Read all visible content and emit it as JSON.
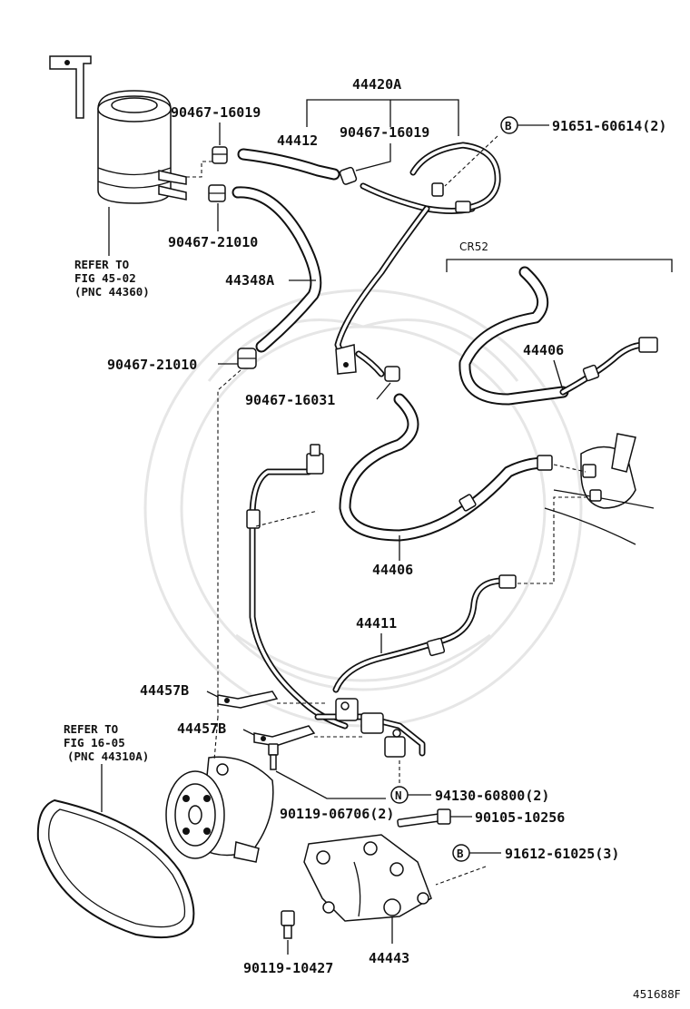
{
  "diagram": {
    "figure_code": "451688F",
    "section_note": "CR52",
    "refer_notes": {
      "reservoir": {
        "line1": "REFER TO",
        "line2": "FIG 45-02",
        "line3": "(PNC 44360)"
      },
      "belt": {
        "line1": "REFER TO",
        "line2": "FIG 16-05",
        "line3": "(PNC 44310A)"
      }
    },
    "callout_symbols": {
      "b": "B",
      "n": "N"
    },
    "part_labels": {
      "p44420A": "44420A",
      "p44412": "44412",
      "p90467_16019_a": "90467-16019",
      "p90467_16019_b": "90467-16019",
      "p91651": "91651-60614(2)",
      "p90467_21010_a": "90467-21010",
      "p44348A": "44348A",
      "p90467_21010_b": "90467-21010",
      "p90467_16031": "90467-16031",
      "p44406_a": "44406",
      "p44406_b": "44406",
      "p44411": "44411",
      "p44457B_a": "44457B",
      "p44457B_b": "44457B",
      "p94130": "94130-60800(2)",
      "p90119_06706": "90119-06706(2)",
      "p90105": "90105-10256",
      "p91612": "91612-61025(3)",
      "p90119_10427": "90119-10427",
      "p44443": "44443"
    }
  }
}
